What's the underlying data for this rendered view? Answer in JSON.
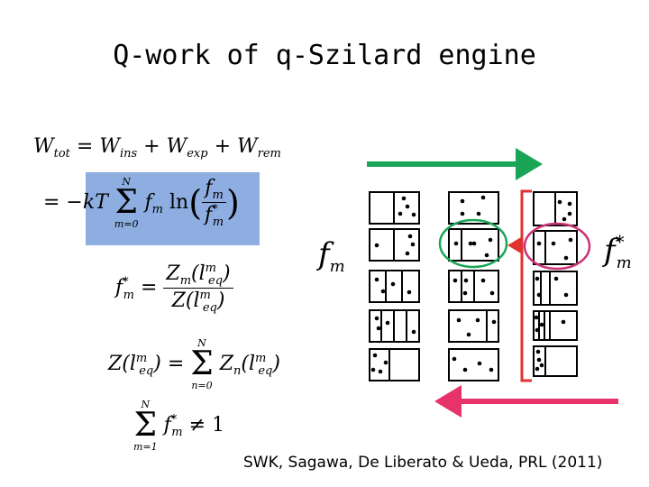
{
  "title": "Q-work of q-Szilard engine",
  "citation": "SWK, Sagawa, De Liberato & Ueda, PRL (2011)",
  "colors": {
    "forward_arrow": "#1aa556",
    "backward_arrow": "#e8336a",
    "highlight": "#8eaee2",
    "green_circle": "#1aa556",
    "pink_circle": "#cc3377",
    "bracket": "#e0332f"
  },
  "equations": {
    "w_total": "W_tot = W_ins + W_exp + W_rem",
    "w_expansion": "= −kT Σ_{m=0}^{N} f_m ln(f_m / f*_m)",
    "f_star": "f*_m = Z_m(l^m_eq) / Z(l^m_eq)",
    "partition_sum": "Z(l^m_eq) = Σ_{n=0}^{N} Z_n(l^m_eq)",
    "sum_not_one": "Σ_{m=1}^{N} f*_m ≠ 1"
  },
  "labels": {
    "f_m": "f",
    "f_m_sub": "m",
    "f_star": "f",
    "f_star_sub": "m",
    "f_star_sup": "*"
  }
}
